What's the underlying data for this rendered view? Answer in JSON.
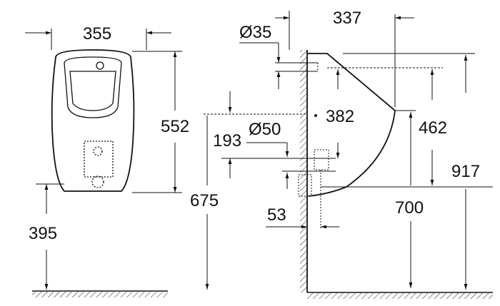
{
  "front_view": {
    "width_label": "355",
    "height_label": "552",
    "floor_to_bottom_label": "395"
  },
  "side_view": {
    "depth_label": "337",
    "inlet_diameter_label": "Ø35",
    "fixing_height_label": "382",
    "bowl_height_label": "462",
    "total_height_label": "917",
    "outlet_offset_label": "193",
    "outlet_diameter_label": "Ø50",
    "outlet_height_label": "675",
    "wall_offset_label": "53",
    "rim_height_label": "700"
  }
}
